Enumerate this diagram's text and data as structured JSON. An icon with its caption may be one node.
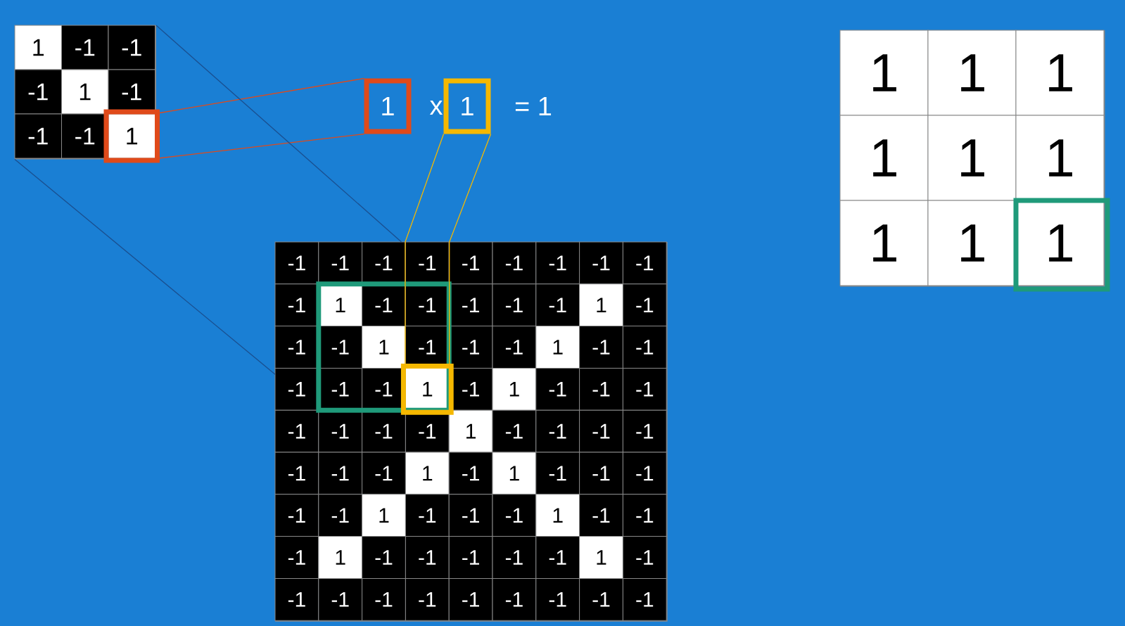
{
  "diagram": {
    "nodes": [
      {
        "text": [],
        "shape": "box"
      },
      {
        "text": [
          "1"
        ],
        "in": 0
      },
      {
        "text": [
          "-1"
        ],
        "in": 0
      },
      {
        "text": [
          "-1"
        ],
        "in": 0
      },
      {
        "text": [
          "-1"
        ],
        "in": 0
      },
      {
        "text": [
          "1"
        ],
        "in": 0
      },
      {
        "text": [
          "-1"
        ],
        "in": 0
      },
      {
        "text": [
          "-1"
        ],
        "in": 0
      },
      {
        "text": [
          "-1"
        ],
        "in": 0
      },
      {
        "text": [
          "1"
        ],
        "in": 0
      },
      {
        "text": [],
        "shape": "box"
      },
      {
        "text": [
          "-1"
        ],
        "in": 10
      },
      {
        "text": [
          "-1"
        ],
        "in": 10
      },
      {
        "text": [
          "-1"
        ],
        "in": 10
      },
      {
        "text": [
          "-1"
        ],
        "in": 10
      },
      {
        "text": [
          "-1"
        ],
        "in": 10
      },
      {
        "text": [
          "-1"
        ],
        "in": 10
      },
      {
        "text": [
          "-1"
        ],
        "in": 10
      },
      {
        "text": [
          "-1"
        ],
        "in": 10
      },
      {
        "text": [
          "-1"
        ],
        "in": 10
      },
      {
        "text": [
          "-1"
        ],
        "in": 10
      },
      {
        "text": [
          "1"
        ],
        "in": 10
      },
      {
        "text": [
          "-1"
        ],
        "in": 10
      },
      {
        "text": [
          "-1"
        ],
        "in": 10
      },
      {
        "text": [
          "-1"
        ],
        "in": 10
      },
      {
        "text": [
          "-1"
        ],
        "in": 10
      },
      {
        "text": [
          "-1"
        ],
        "in": 10
      },
      {
        "text": [
          "1"
        ],
        "in": 10
      },
      {
        "text": [
          "-1"
        ],
        "in": 10
      },
      {
        "text": [
          "-1"
        ],
        "in": 10
      },
      {
        "text": [
          "-1"
        ],
        "in": 10
      },
      {
        "text": [
          "1"
        ],
        "in": 10
      },
      {
        "text": [
          "-1"
        ],
        "in": 10
      },
      {
        "text": [
          "-1"
        ],
        "in": 10
      },
      {
        "text": [
          "-1"
        ],
        "in": 10
      },
      {
        "text": [
          "1"
        ],
        "in": 10
      },
      {
        "text": [
          "-1"
        ],
        "in": 10
      },
      {
        "text": [
          "-1"
        ],
        "in": 10
      },
      {
        "text": [
          "-1"
        ],
        "in": 10
      },
      {
        "text": [
          "-1"
        ],
        "in": 10
      },
      {
        "text": [
          "-1"
        ],
        "in": 10
      },
      {
        "text": [
          "1"
        ],
        "in": 10
      },
      {
        "text": [
          "-1"
        ],
        "in": 10
      },
      {
        "text": [
          "1"
        ],
        "in": 10
      },
      {
        "text": [
          "-1"
        ],
        "in": 10
      },
      {
        "text": [
          "-1"
        ],
        "in": 10
      },
      {
        "text": [
          "-1"
        ],
        "in": 10
      },
      {
        "text": [
          "-1"
        ],
        "in": 10
      },
      {
        "text": [
          "-1"
        ],
        "in": 10
      },
      {
        "text": [
          "-1"
        ],
        "in": 10
      },
      {
        "text": [
          "-1"
        ],
        "in": 10
      },
      {
        "text": [
          "1"
        ],
        "in": 10
      },
      {
        "text": [
          "-1"
        ],
        "in": 10
      },
      {
        "text": [
          "-1"
        ],
        "in": 10
      },
      {
        "text": [
          "-1"
        ],
        "in": 10
      },
      {
        "text": [
          "-1"
        ],
        "in": 10
      },
      {
        "text": [
          "-1"
        ],
        "in": 10
      },
      {
        "text": [
          "-1"
        ],
        "in": 10
      },
      {
        "text": [
          "-1"
        ],
        "in": 10
      },
      {
        "text": [
          "1"
        ],
        "in": 10
      },
      {
        "text": [
          "-1"
        ],
        "in": 10
      },
      {
        "text": [
          "1"
        ],
        "in": 10
      },
      {
        "text": [
          "-1"
        ],
        "in": 10
      },
      {
        "text": [
          "-1"
        ],
        "in": 10
      },
      {
        "text": [
          "-1"
        ],
        "in": 10
      },
      {
        "text": [
          "-1"
        ],
        "in": 10
      },
      {
        "text": [
          "-1"
        ],
        "in": 10
      },
      {
        "text": [
          "1"
        ],
        "in": 10
      },
      {
        "text": [
          "-1"
        ],
        "in": 10
      },
      {
        "text": [
          "-1"
        ],
        "in": 10
      },
      {
        "text": [
          "-1"
        ],
        "in": 10
      },
      {
        "text": [
          "1"
        ],
        "in": 10
      },
      {
        "text": [
          "-1"
        ],
        "in": 10
      },
      {
        "text": [
          "-1"
        ],
        "in": 10
      },
      {
        "text": [
          "-1"
        ],
        "in": 10
      },
      {
        "text": [
          "1"
        ],
        "in": 10
      },
      {
        "text": [
          "-1"
        ],
        "in": 10
      },
      {
        "text": [
          "-1"
        ],
        "in": 10
      },
      {
        "text": [
          "-1"
        ],
        "in": 10
      },
      {
        "text": [
          "-1"
        ],
        "in": 10
      },
      {
        "text": [
          "-1"
        ],
        "in": 10
      },
      {
        "text": [
          "1"
        ],
        "in": 10
      },
      {
        "text": [
          "-1"
        ],
        "in": 10
      },
      {
        "text": [
          "-1"
        ],
        "in": 10
      },
      {
        "text": [
          "-1"
        ],
        "in": 10
      },
      {
        "text": [
          "-1"
        ],
        "in": 10
      },
      {
        "text": [
          "-1"
        ],
        "in": 10
      },
      {
        "text": [
          "-1"
        ],
        "in": 10
      },
      {
        "text": [
          "-1"
        ],
        "in": 10
      },
      {
        "text": [
          "-1"
        ],
        "in": 10
      },
      {
        "text": [
          "-1"
        ],
        "in": 10
      },
      {
        "text": [
          "-1"
        ],
        "in": 10
      },
      {
        "text": [
          "1"
        ]
      },
      {
        "text": [
          "1"
        ]
      },
      {
        "text": [],
        "shape": "box"
      },
      {
        "text": [
          "1"
        ],
        "in": 94
      },
      {
        "text": [
          "1"
        ],
        "in": 94
      },
      {
        "text": [
          "1"
        ],
        "in": 94
      },
      {
        "text": [
          "1"
        ],
        "in": 94
      },
      {
        "text": [
          "1"
        ],
        "in": 94
      },
      {
        "text": [
          "1"
        ],
        "in": 94
      },
      {
        "text": [
          "1"
        ],
        "in": 94
      },
      {
        "text": [
          "1"
        ],
        "in": 94
      },
      {
        "text": [
          "1"
        ],
        "in": 94
      }
    ],
    "edges": [
      {
        "from": 9,
        "to": 92,
        "arrow": "none",
        "color": "#e04a1a"
      },
      {
        "from": 9,
        "to": 92,
        "arrow": "none",
        "color": "#e04a1a"
      },
      {
        "from": 41,
        "to": 93,
        "arrow": "none",
        "color": "#f5b800"
      },
      {
        "from": 41,
        "to": 93,
        "arrow": "none",
        "color": "#f5b800"
      },
      {
        "from": 0,
        "to": 10,
        "arrow": "none",
        "color": "#1a4f8f"
      },
      {
        "from": 0,
        "to": 10,
        "arrow": "none",
        "color": "#1a4f8f"
      }
    ],
    "labels": [
      "x",
      "= 1"
    ]
  }
}
